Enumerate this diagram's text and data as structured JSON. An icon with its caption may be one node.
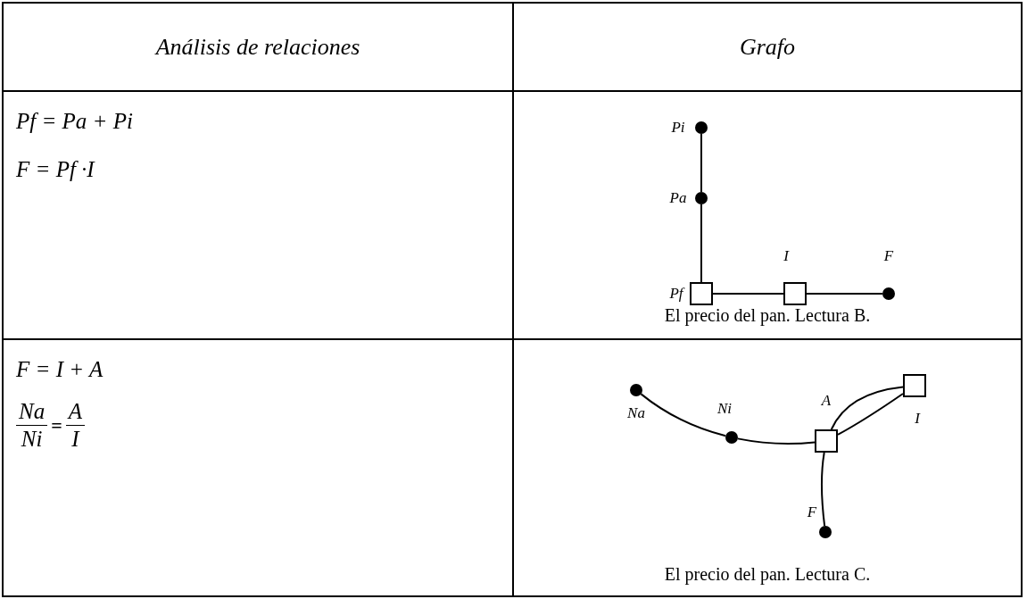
{
  "diagram": {
    "nodes": [
      {
        "text": [],
        "shape": "circle",
        "beside": [
          "Pi"
        ]
      },
      {
        "text": [],
        "shape": "circle",
        "beside": [
          "Pa"
        ]
      },
      {
        "text": [],
        "shape": "box",
        "beside": [
          "Pf"
        ]
      },
      {
        "text": [],
        "shape": "box",
        "beside": [
          "I"
        ]
      },
      {
        "text": [],
        "shape": "circle",
        "beside": [
          "F"
        ]
      },
      {
        "text": [],
        "shape": "circle",
        "beside": [
          "Na"
        ]
      },
      {
        "text": [],
        "shape": "circle",
        "beside": [
          "Ni"
        ]
      },
      {
        "text": [],
        "shape": "box",
        "beside": [
          "A"
        ]
      },
      {
        "text": [],
        "shape": "box",
        "beside": [
          "I"
        ]
      },
      {
        "text": [],
        "shape": "circle",
        "beside": [
          "F"
        ]
      }
    ],
    "edges": [
      {
        "from": 0,
        "to": 1,
        "arrow": "none"
      },
      {
        "from": 1,
        "to": 2,
        "arrow": "none"
      },
      {
        "from": 2,
        "to": 3,
        "arrow": "none"
      },
      {
        "from": 3,
        "to": 4,
        "arrow": "none"
      },
      {
        "from": 5,
        "to": 6,
        "arrow": "none"
      },
      {
        "from": 6,
        "to": 7,
        "arrow": "none"
      },
      {
        "from": 7,
        "to": 8,
        "arrow": "none"
      },
      {
        "from": 7,
        "to": 8,
        "arrow": "none"
      },
      {
        "from": 7,
        "to": 9,
        "arrow": "none"
      }
    ],
    "labels": [
      "Análisis de relaciones",
      "Grafo",
      "Pf = Pa + Pi",
      "F = Pf ·I",
      "El precio del pan. Lectura B.",
      "F = I + A",
      "Na",
      "Ni",
      "=",
      "A",
      "I",
      "El precio del pan. Lectura C."
    ]
  }
}
